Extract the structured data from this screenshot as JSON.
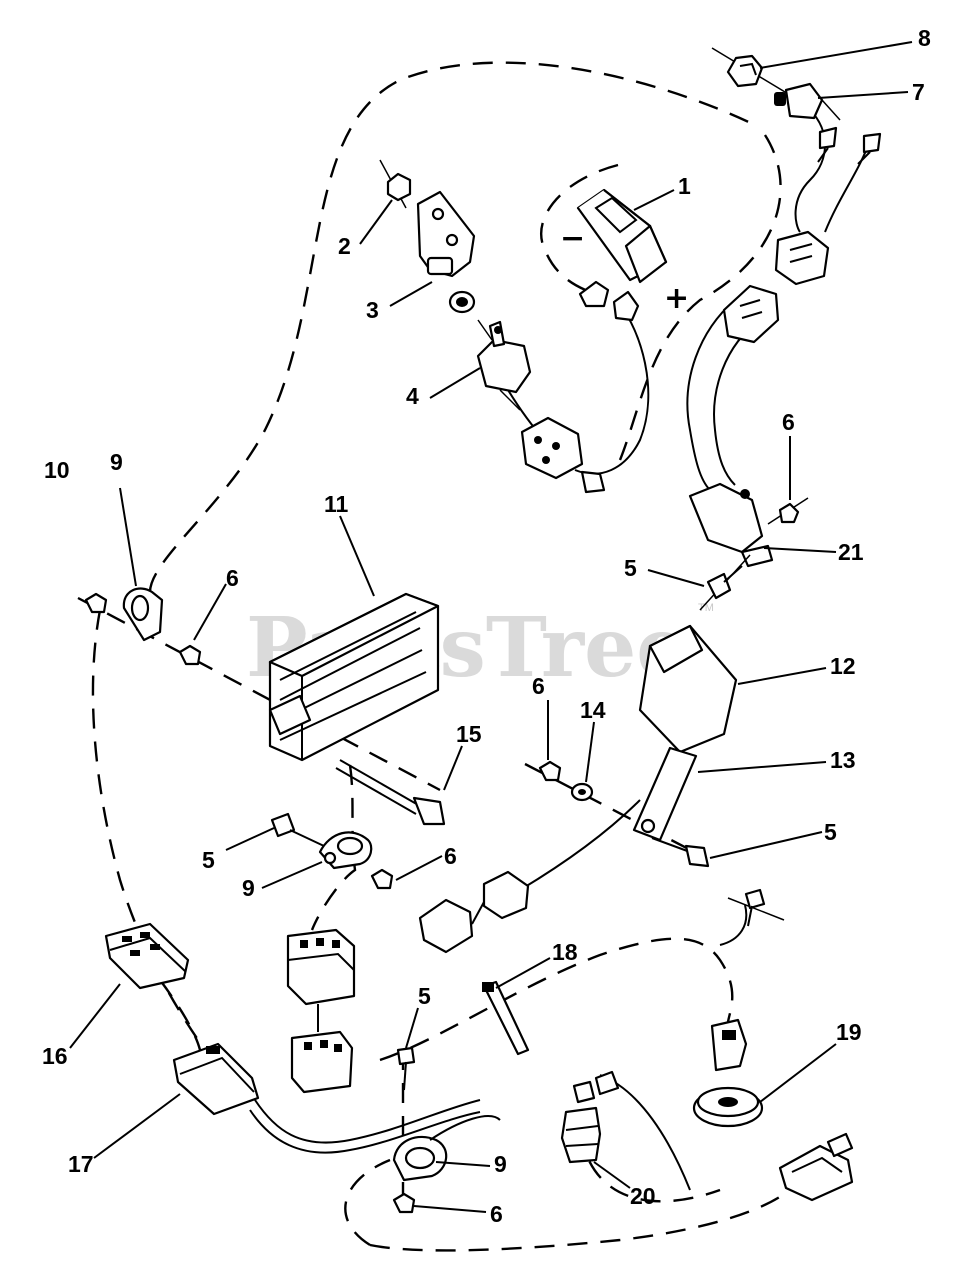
{
  "watermark": {
    "text": "PartsTree",
    "tm": "TM"
  },
  "polarity": {
    "minus": "−",
    "plus": "+"
  },
  "callouts": [
    {
      "id": "c8",
      "text": "8"
    },
    {
      "id": "c7",
      "text": "7"
    },
    {
      "id": "c1",
      "text": "1"
    },
    {
      "id": "c2",
      "text": "2"
    },
    {
      "id": "c3",
      "text": "3"
    },
    {
      "id": "c4",
      "text": "4"
    },
    {
      "id": "c6a",
      "text": "6"
    },
    {
      "id": "c21",
      "text": "21"
    },
    {
      "id": "c5a",
      "text": "5"
    },
    {
      "id": "c10",
      "text": "10"
    },
    {
      "id": "c9a",
      "text": "9"
    },
    {
      "id": "c6b",
      "text": "6"
    },
    {
      "id": "c11",
      "text": "11"
    },
    {
      "id": "c12",
      "text": "12"
    },
    {
      "id": "c6c",
      "text": "6"
    },
    {
      "id": "c14",
      "text": "14"
    },
    {
      "id": "c15",
      "text": "15"
    },
    {
      "id": "c13",
      "text": "13"
    },
    {
      "id": "c5b",
      "text": "5"
    },
    {
      "id": "c5c",
      "text": "5"
    },
    {
      "id": "c9b",
      "text": "9"
    },
    {
      "id": "c6d",
      "text": "6"
    },
    {
      "id": "c18",
      "text": "18"
    },
    {
      "id": "c5d",
      "text": "5"
    },
    {
      "id": "c16",
      "text": "16"
    },
    {
      "id": "c19",
      "text": "19"
    },
    {
      "id": "c17",
      "text": "17"
    },
    {
      "id": "c9c",
      "text": "9"
    },
    {
      "id": "c20",
      "text": "20"
    },
    {
      "id": "c6e",
      "text": "6"
    }
  ]
}
